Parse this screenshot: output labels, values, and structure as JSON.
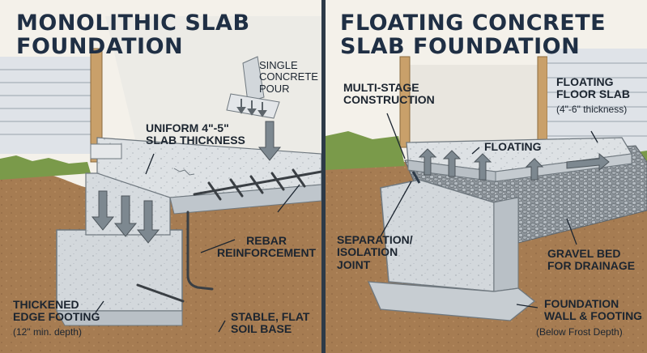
{
  "left_panel": {
    "title_line1": "MONOLITHIC SLAB",
    "title_line2": "FOUNDATION",
    "pour_label_line1": "SINGLE",
    "pour_label_line2": "CONCRETE",
    "pour_label_line3": "POUR",
    "slab_thickness_line1": "UNIFORM 4\"-5\"",
    "slab_thickness_line2": "SLAB THICKNESS",
    "rebar_line1": "REBAR",
    "rebar_line2": "REINFORCEMENT",
    "footing_line1": "THICKENED",
    "footing_line2": "EDGE FOOTING",
    "footing_note": "(12\" min. depth)",
    "soil_line1": "STABLE, FLAT",
    "soil_line2": "SOIL BASE"
  },
  "right_panel": {
    "title_line1": "FLOATING CONCRETE",
    "title_line2": "SLAB FOUNDATION",
    "multistage_line1": "MULTI-STAGE",
    "multistage_line2": "CONSTRUCTION",
    "floor_slab_line1": "FLOATING",
    "floor_slab_line2": "FLOOR SLAB",
    "floor_slab_note": "(4\"-6\" thickness)",
    "floating_label": "FLOATING",
    "joint_line1": "SEPARATION/",
    "joint_line2": "ISOLATION",
    "joint_line3": "JOINT",
    "gravel_line1": "GRAVEL BED",
    "gravel_line2": "FOR DRAINAGE",
    "wall_line1": "FOUNDATION",
    "wall_line2": "WALL & FOOTING",
    "wall_note": "(Below Frost Depth)"
  },
  "colors": {
    "concrete": "#d9dde0",
    "concrete_shade": "#b9c0c6",
    "soil": "#a67c52",
    "grass": "#7a9a4a",
    "siding": "#dfe3e8",
    "title": "#1f2f44",
    "arrow": "#7d8890"
  }
}
